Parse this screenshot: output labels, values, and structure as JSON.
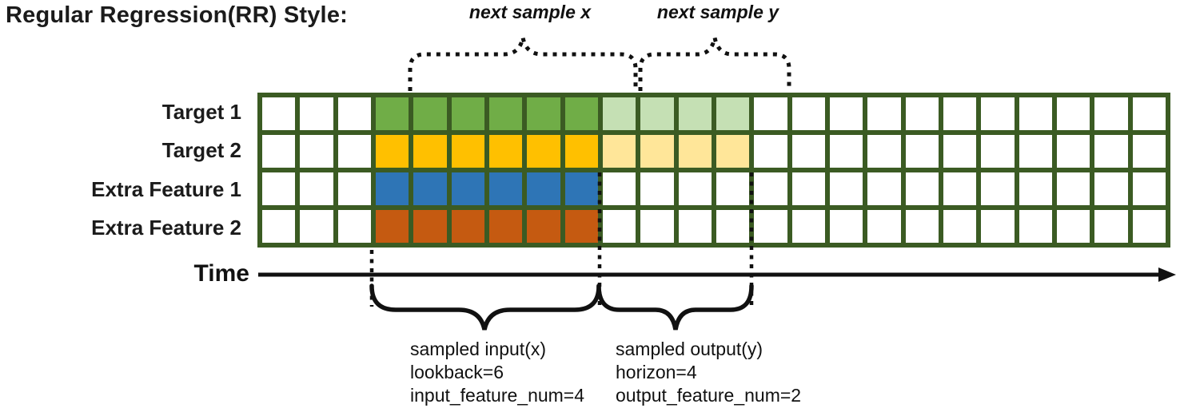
{
  "title": "Regular Regression(RR) Style:",
  "annotations": {
    "next_sample_x": "next sample x",
    "next_sample_y": "next sample y",
    "time_label": "Time"
  },
  "grid": {
    "columns": 24,
    "line_color": "#3B5B23",
    "rows": [
      {
        "label": "Target 1",
        "fills": [
          {
            "start": 3,
            "count": 6,
            "color": "#70AD47"
          },
          {
            "start": 9,
            "count": 4,
            "color": "#C5E0B4"
          }
        ]
      },
      {
        "label": "Target 2",
        "fills": [
          {
            "start": 3,
            "count": 6,
            "color": "#FFC000"
          },
          {
            "start": 9,
            "count": 4,
            "color": "#FFE699"
          }
        ]
      },
      {
        "label": "Extra Feature 1",
        "fills": [
          {
            "start": 3,
            "count": 6,
            "color": "#2E75B6"
          }
        ]
      },
      {
        "label": "Extra Feature 2",
        "fills": [
          {
            "start": 3,
            "count": 6,
            "color": "#C55A11"
          }
        ]
      }
    ]
  },
  "input_block": {
    "line1": "sampled input(x)",
    "line2": "lookback=6",
    "line3": "input_feature_num=4"
  },
  "output_block": {
    "line1": "sampled output(y)",
    "line2": "horizon=4",
    "line3": "output_feature_num=2"
  }
}
